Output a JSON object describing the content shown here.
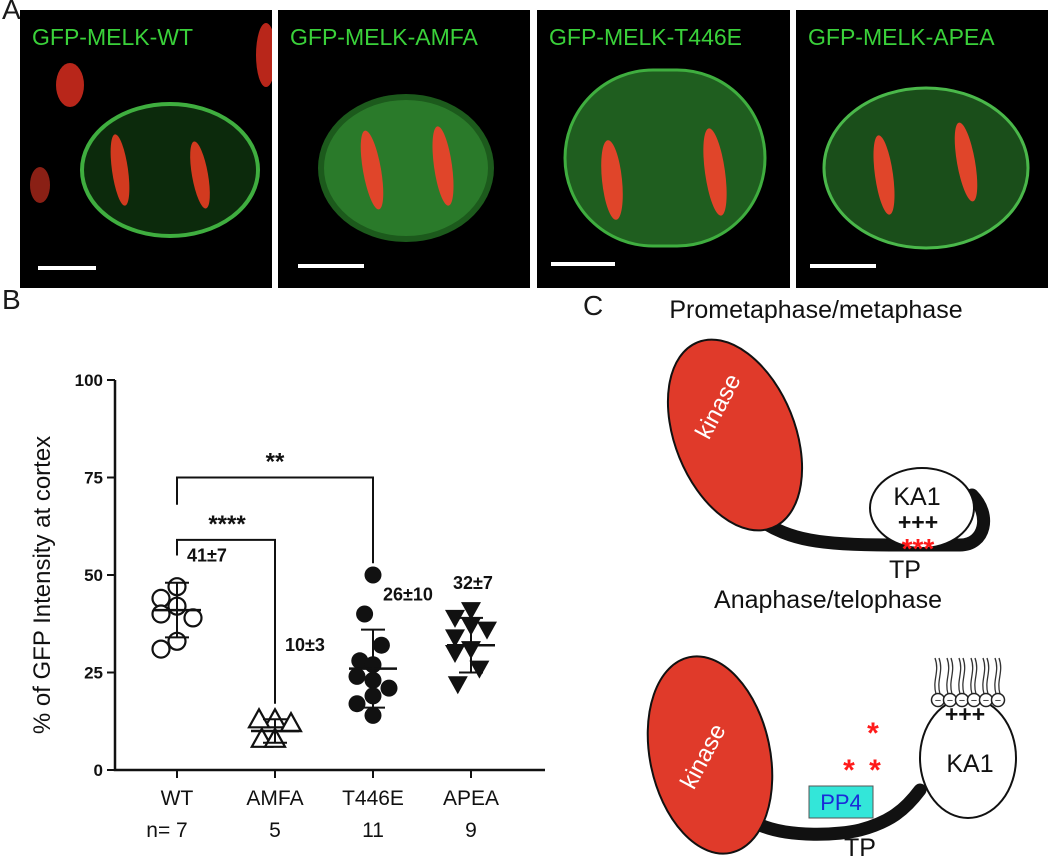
{
  "panel_a": {
    "letter": "A",
    "images": [
      {
        "label": "GFP-MELK-WT"
      },
      {
        "label": "GFP-MELK-AMFA"
      },
      {
        "label": "GFP-MELK-T446E"
      },
      {
        "label": "GFP-MELK-APEA"
      }
    ]
  },
  "panel_b": {
    "letter": "B",
    "chart_data": {
      "type": "scatter",
      "ylabel": "% of GFP Intensity at cortex",
      "ylim": [
        0,
        100
      ],
      "yticks": [
        "0",
        "25",
        "50",
        "75",
        "100"
      ],
      "categories": [
        "WT",
        "AMFA",
        "T446E",
        "APEA"
      ],
      "n_prefix": "n=",
      "n_values": [
        "7",
        "5",
        "11",
        "9"
      ],
      "groups": [
        {
          "name": "WT",
          "marker": "open-circle",
          "annotation": "41±7",
          "mean": 41,
          "sd": 7,
          "points": [
            47,
            44,
            42,
            40,
            39,
            33,
            31
          ]
        },
        {
          "name": "AMFA",
          "marker": "open-triangle",
          "annotation": "10±3",
          "mean": 10,
          "sd": 3,
          "points": [
            13,
            13,
            12,
            8,
            8
          ]
        },
        {
          "name": "T446E",
          "marker": "filled-circle",
          "annotation": "26±10",
          "mean": 26,
          "sd": 10,
          "points": [
            50,
            40,
            32,
            28,
            27,
            24,
            23,
            21,
            19,
            17,
            14
          ]
        },
        {
          "name": "APEA",
          "marker": "filled-triangle",
          "annotation": "32±7",
          "mean": 32,
          "sd": 7,
          "points": [
            41,
            39,
            37,
            36,
            34,
            31,
            30,
            26,
            22
          ]
        }
      ],
      "significance": [
        {
          "from": "WT",
          "to": "T446E",
          "label": "**"
        },
        {
          "from": "WT",
          "to": "AMFA",
          "label": "****"
        }
      ]
    }
  },
  "panel_c": {
    "letter": "C",
    "top_title": "Prometaphase/metaphase",
    "bottom_title": "Anaphase/telophase",
    "kinase": "kinase",
    "ka1": "KA1",
    "plus": "+++",
    "stars": "***",
    "star": "*",
    "tp": "TP",
    "pp4": "PP4",
    "minus": "−",
    "colors": {
      "kinase": "#e03a2a",
      "star": "#ff1a1a",
      "pp4_bg": "#33e6d9",
      "pp4_text": "#1a2ad8",
      "gfp": "#3ad13a"
    }
  }
}
